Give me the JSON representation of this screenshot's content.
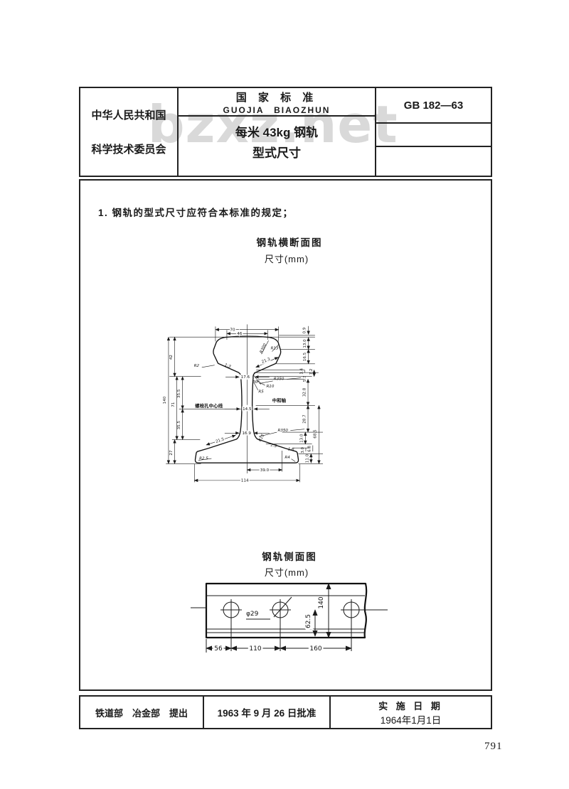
{
  "header": {
    "org_line1": "中华人民共和国",
    "org_line2": "科学技术委员会",
    "std_title_cn": "国 家 标 准",
    "std_title_py": "GUOJIA　BIAOZHUN",
    "subject_line1": "每米 43kg 钢轨",
    "subject_line2": "型式尺寸",
    "std_no": "GB 182—63"
  },
  "watermark": "bzxz.net",
  "body": {
    "clause1": "1. 钢轨的型式尺寸应符合本标准的规定；"
  },
  "cross_section": {
    "title": "钢轨横断面图",
    "unit": "尺寸(mm)",
    "labels": {
      "d70": "70",
      "d46": "46",
      "d09": "0.9",
      "d130a": "13.0",
      "d165": "16.5",
      "d14": "1.4",
      "d72": "7.2",
      "d57": "5.7",
      "r300": "R300",
      "r13": "R13",
      "r2": "R2",
      "s13h": "1:3",
      "d213": "21.3",
      "d176": "17.6",
      "a30": "30°",
      "r350a": "R350",
      "r10": "R10",
      "r5": "R5",
      "d42": "42",
      "d140": "140",
      "d355a": "35.5",
      "d71": "71",
      "d355b": "35.5",
      "d27": "27",
      "bolt": "螺栓孔中心线",
      "d145": "14.5",
      "neutral": "中和轴",
      "d328": "32.8",
      "d287": "28.7",
      "d130b": "13.0",
      "d685": "68.5",
      "d169": "16.9",
      "r350b": "R350",
      "r15": "R15",
      "d215": "21.5",
      "s13f": "1:3",
      "s16": "1:6",
      "r25": "R2.5",
      "r4": "R4",
      "d30": "3.0",
      "d68": "6.8",
      "d110": "11.0",
      "d390": "39.0",
      "d114": "114"
    }
  },
  "side_view": {
    "title": "钢轨侧面图",
    "unit": "尺寸(mm)",
    "labels": {
      "dia": "φ29",
      "d140": "140",
      "d625": "62.5",
      "d56": "56",
      "d110": "110",
      "d160": "160"
    }
  },
  "footer": {
    "proposed_by": "铁道部　冶金部　提出",
    "approved": "1963 年 9 月 26 日批准",
    "impl_label": "实 施 日 期",
    "impl_date": "1964年1月1日"
  },
  "page_number": "791"
}
